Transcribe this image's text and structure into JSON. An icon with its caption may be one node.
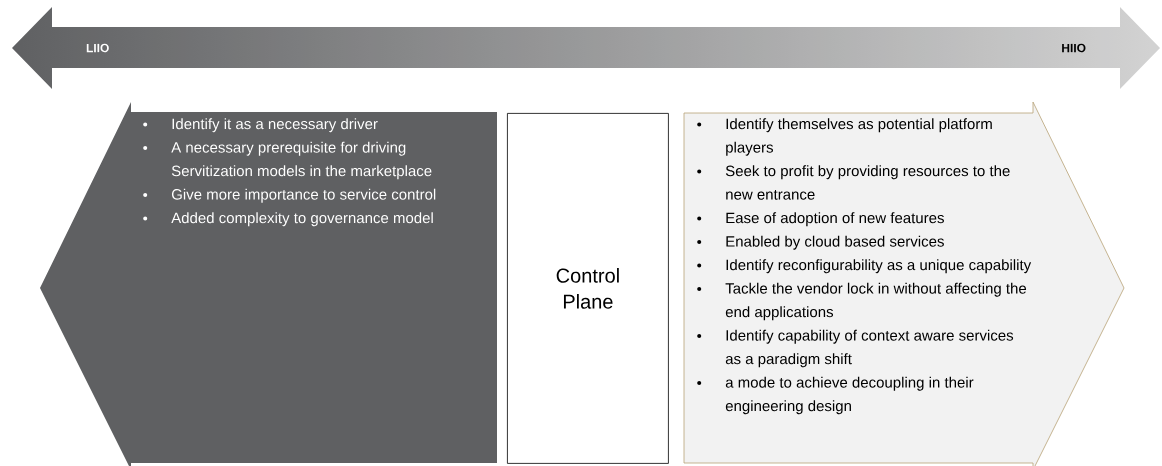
{
  "diagram": {
    "nodes": [
      {
        "text": [
          "LIIO",
          "HIIO"
        ]
      },
      {
        "text": [
          "Identify it as a necessary driver",
          "A necessary prerequisite for driving Servitization models in the marketplace",
          "Give more importance to service control",
          "Added complexity to governance model"
        ]
      },
      {
        "text": [
          "Control Plane"
        ]
      },
      {
        "text": [
          "Identify themselves as potential platform players",
          "Seek to profit by providing resources to the new entrance",
          "Ease of adoption of new features",
          "Enabled by cloud based services",
          "Identify reconfigurability as a unique capability",
          "Tackle the vendor lock in without affecting the end applications",
          "Identify capability of context aware services as a paradigm shift",
          "a mode to achieve decoupling in their engineering design"
        ]
      }
    ]
  }
}
